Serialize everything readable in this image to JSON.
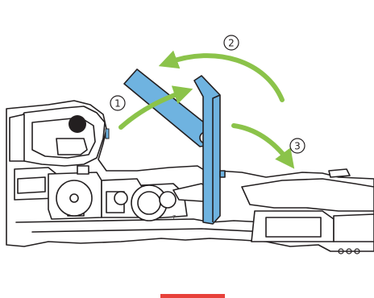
{
  "diagram": {
    "steps": [
      {
        "number": "1"
      },
      {
        "number": "2"
      },
      {
        "number": "3"
      }
    ],
    "colors": {
      "lever": "#6fb3e0",
      "arrow": "#8bc34a",
      "outline": "#231f20",
      "accent_bar": "#e8413a"
    },
    "icons": {
      "lever": "lever-icon",
      "arrow": "curved-arrow-icon"
    },
    "base_label": "7"
  }
}
